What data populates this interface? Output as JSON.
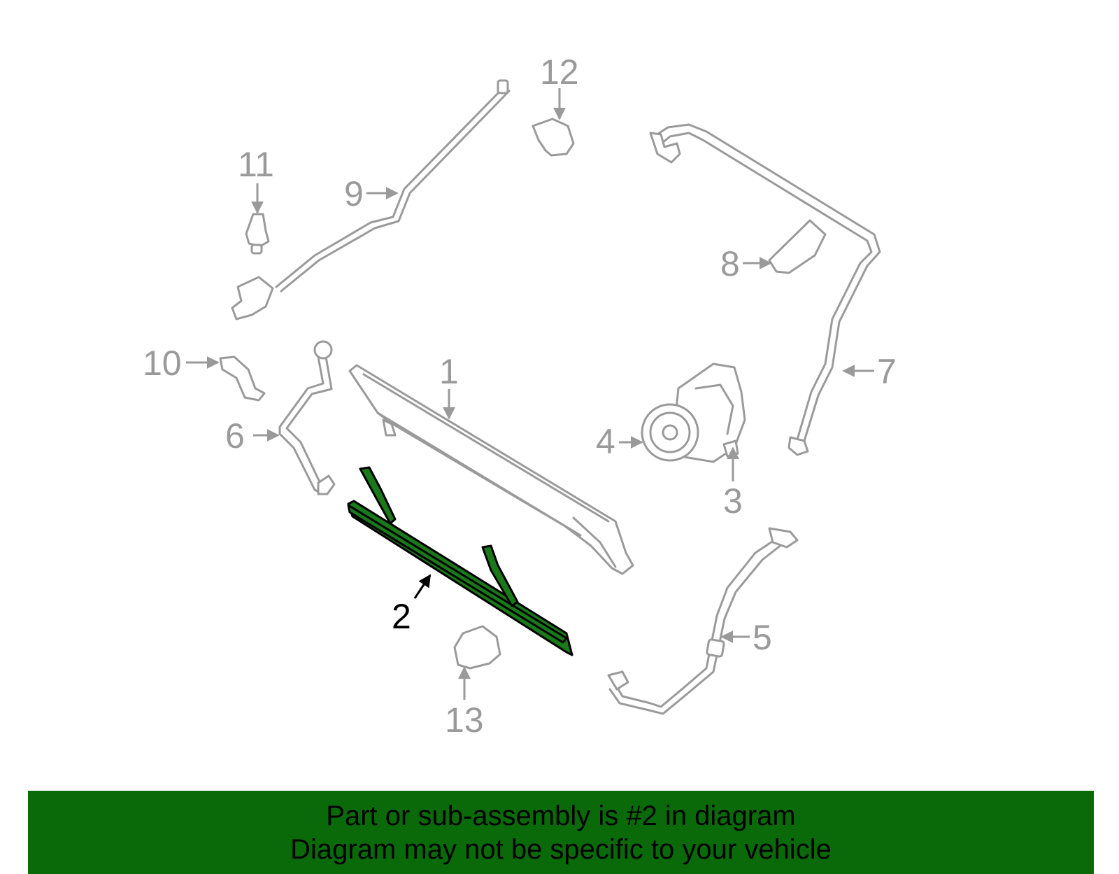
{
  "diagram": {
    "highlight_color": "#0a6a0a",
    "callouts": [
      {
        "id": "1",
        "label": "1"
      },
      {
        "id": "2",
        "label": "2",
        "highlighted": true
      },
      {
        "id": "3",
        "label": "3"
      },
      {
        "id": "4",
        "label": "4"
      },
      {
        "id": "5",
        "label": "5"
      },
      {
        "id": "6",
        "label": "6"
      },
      {
        "id": "7",
        "label": "7"
      },
      {
        "id": "8",
        "label": "8"
      },
      {
        "id": "9",
        "label": "9"
      },
      {
        "id": "10",
        "label": "10"
      },
      {
        "id": "11",
        "label": "11"
      },
      {
        "id": "12",
        "label": "12"
      },
      {
        "id": "13",
        "label": "13"
      }
    ]
  },
  "banner": {
    "line1": "Part or sub-assembly is #2 in diagram",
    "line2": "Diagram may not be specific to your vehicle"
  }
}
